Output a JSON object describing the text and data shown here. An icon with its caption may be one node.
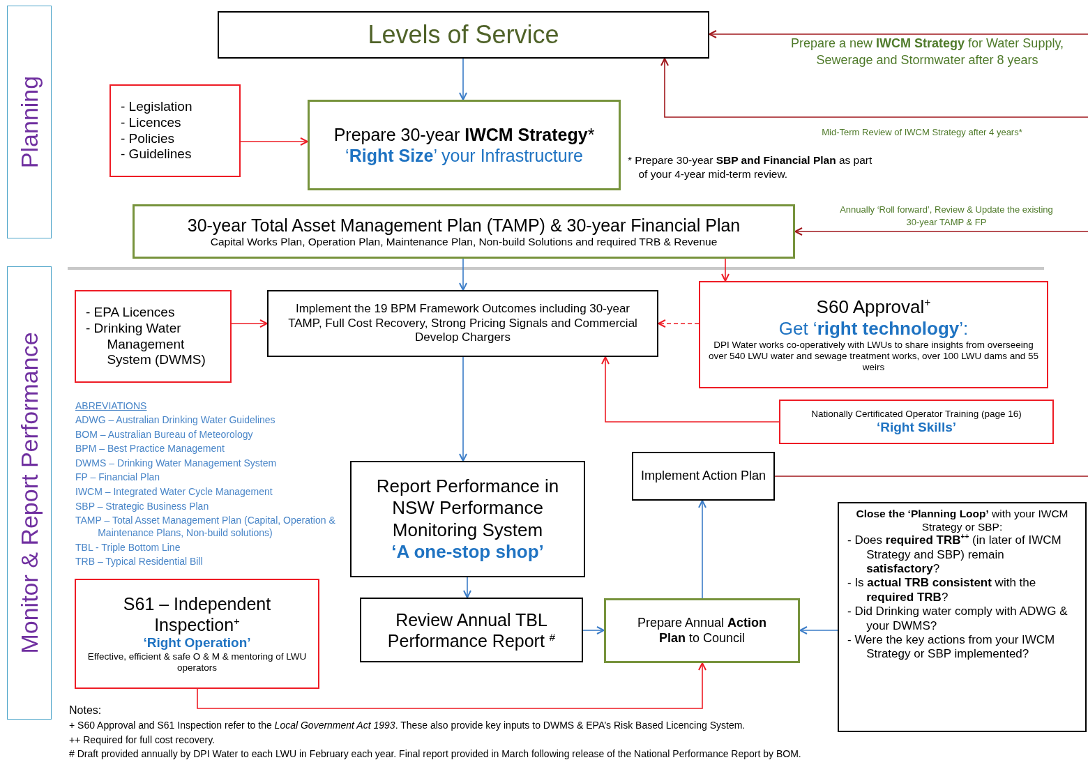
{
  "diagram": {
    "nodes": [
      {
        "text": [
          "Planning"
        ]
      },
      {
        "text": [
          "Monitor & Report Performance"
        ]
      },
      {
        "text": [
          "Levels of Service"
        ]
      },
      {
        "text": [
          "- Legislation",
          "- Licences",
          "- Policies",
          "- Guidelines"
        ]
      },
      {
        "text": [
          "Prepare 30-year **IWCM Strategy***",
          "‘**Right Size**’ your Infrastructure"
        ]
      },
      {
        "text": [
          "30-year Total Asset Management Plan (TAMP) & 30-year Financial Plan",
          "Capital Works Plan, Operation Plan, Maintenance Plan, Non-build Solutions and required TRB & Revenue"
        ]
      },
      {
        "text": [
          "- EPA Licences",
          "- Drinking Water Management System (DWMS)"
        ]
      },
      {
        "text": [
          "Implement the 19 BPM Framework Outcomes including 30-year TAMP, Full Cost Recovery, Strong Pricing Signals and Commercial Develop Chargers"
        ]
      },
      {
        "text": [
          "S60 Approval$^{+}$",
          "Get ‘**right technology**’:",
          "DPI Water works co-operatively with LWUs to share insights from overseeing over 540 LWU water and sewage treatment works, over 100 LWU dams and 55 weirs"
        ]
      },
      {
        "text": [
          "Nationally Certificated Operator Training (page 16)",
          "‘Right Skills’"
        ]
      },
      {
        "text": [
          "Report Performance in NSW Performance Monitoring System",
          "‘A one-stop shop’"
        ]
      },
      {
        "text": [
          "Implement Action Plan"
        ]
      },
      {
        "text": [
          "**Close the ‘Planning Loop’** with your IWCM Strategy or SBP:",
          "- Does **required TRB$^{++}$** (in later of IWCM Strategy and SBP) remain **satisfactory**?",
          "- Is **actual TRB consistent** with the **required TRB**?",
          "- Did Drinking water comply with ADWG & your DWMS?",
          "- Were the key actions from your IWCM Strategy or SBP implemented?"
        ]
      },
      {
        "text": [
          "S61 – Independent Inspection$^{+}$",
          "‘Right Operation’",
          "Effective, efficient & safe O & M & mentoring of LWU operators"
        ]
      },
      {
        "text": [
          "Review Annual TBL Performance Report $^{#}$"
        ]
      },
      {
        "text": [
          "Prepare Annual **Action Plan** to Council"
        ]
      }
    ],
    "edges": [
      {
        "from": 2,
        "to": 4,
        "arrow": "to",
        "color": "#3a7cc7"
      },
      {
        "from": 3,
        "to": 4,
        "arrow": "to",
        "color": "#ee1c25"
      },
      {
        "from": null,
        "to": 2,
        "arrow": "to",
        "label": "Prepare a new **IWCM Strategy** for Water Supply, Sewerage and Stormwater after 8 years",
        "color": "#a0171c"
      },
      {
        "from": null,
        "to": 2,
        "arrow": "to",
        "label": "Mid-Term Review of IWCM Strategy after 4 years*",
        "color": "#a0171c"
      },
      {
        "from": null,
        "to": 5,
        "arrow": "to",
        "label": "Annually ‘Roll forward’, Review & Update the existing 30-year TAMP & FP",
        "color": "#a0171c"
      },
      {
        "from": 5,
        "to": 7,
        "arrow": "to",
        "color": "#3a7cc7"
      },
      {
        "from": 5,
        "to": 8,
        "arrow": "to",
        "color": "#ee1c25"
      },
      {
        "from": 8,
        "to": 7,
        "arrow": "to",
        "style": "dashed",
        "color": "#ee1c25"
      },
      {
        "from": 6,
        "to": 7,
        "arrow": "to",
        "color": "#ee1c25"
      },
      {
        "from": 9,
        "to": 7,
        "arrow": "to",
        "color": "#ee1c25"
      },
      {
        "from": 7,
        "to": 10,
        "arrow": "to",
        "color": "#3a7cc7"
      },
      {
        "from": 10,
        "to": 14,
        "arrow": "to",
        "color": "#3a7cc7"
      },
      {
        "from": 14,
        "to": 15,
        "arrow": "to",
        "color": "#3a7cc7"
      },
      {
        "from": 12,
        "to": 15,
        "arrow": "to",
        "color": "#3a7cc7"
      },
      {
        "from": 15,
        "to": 11,
        "arrow": "to",
        "color": "#3a7cc7"
      },
      {
        "from": 11,
        "to": null,
        "arrow": "none",
        "color": "#a0171c"
      },
      {
        "from": 13,
        "to": 15,
        "arrow": "to",
        "color": "#ee1c25"
      }
    ],
    "labels": [
      "* Prepare 30-year **SBP and Financial Plan** as part of your 4-year mid-term review.",
      "ABREVIATIONS",
      "ADWG – Australian Drinking Water Guidelines",
      "BOM – Australian Bureau of Meteorology",
      "BPM – Best Practice Management",
      "DWMS – Drinking Water Management System",
      "FP – Financial Plan",
      "IWCM – Integrated Water Cycle Management",
      "SBP – Strategic Business Plan",
      "TAMP – Total Asset Management Plan (Capital, Operation & Maintenance Plans, Non-build solutions)",
      "TBL - Triple Bottom Line",
      "TRB – Typical Residential Bill",
      "Notes:",
      "+ S60 Approval and S61 Inspection refer to the *Local Government Act 1993*. These also provide key inputs to DWMS & EPA’s Risk Based Licencing System.",
      "++ Required for full cost recovery.",
      "# Draft provided annually by DPI Water to each LWU in February each year. Final report provided in March following release of the National Performance Report by BOM."
    ]
  }
}
